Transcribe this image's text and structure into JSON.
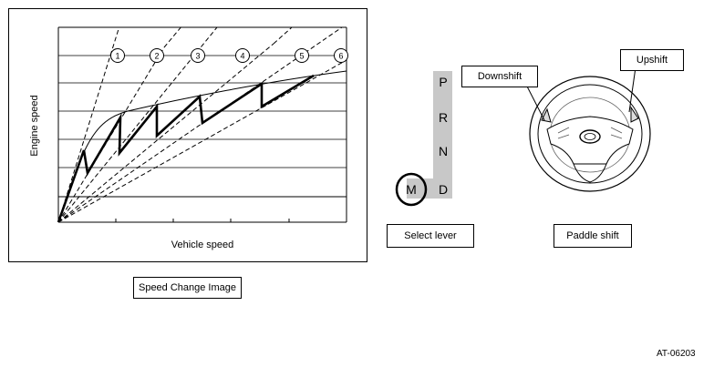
{
  "chart": {
    "y_label": "Engine speed",
    "x_label": "Vehicle speed",
    "gear_markers": [
      "1",
      "2",
      "3",
      "4",
      "5",
      "6"
    ]
  },
  "caption": "Speed Change Image",
  "select_lever": {
    "positions": [
      "P",
      "R",
      "N",
      "D"
    ],
    "manual": "M",
    "label": "Select lever"
  },
  "paddle": {
    "downshift": "Downshift",
    "upshift": "Upshift",
    "label": "Paddle shift"
  },
  "figure_id": "AT-06203"
}
